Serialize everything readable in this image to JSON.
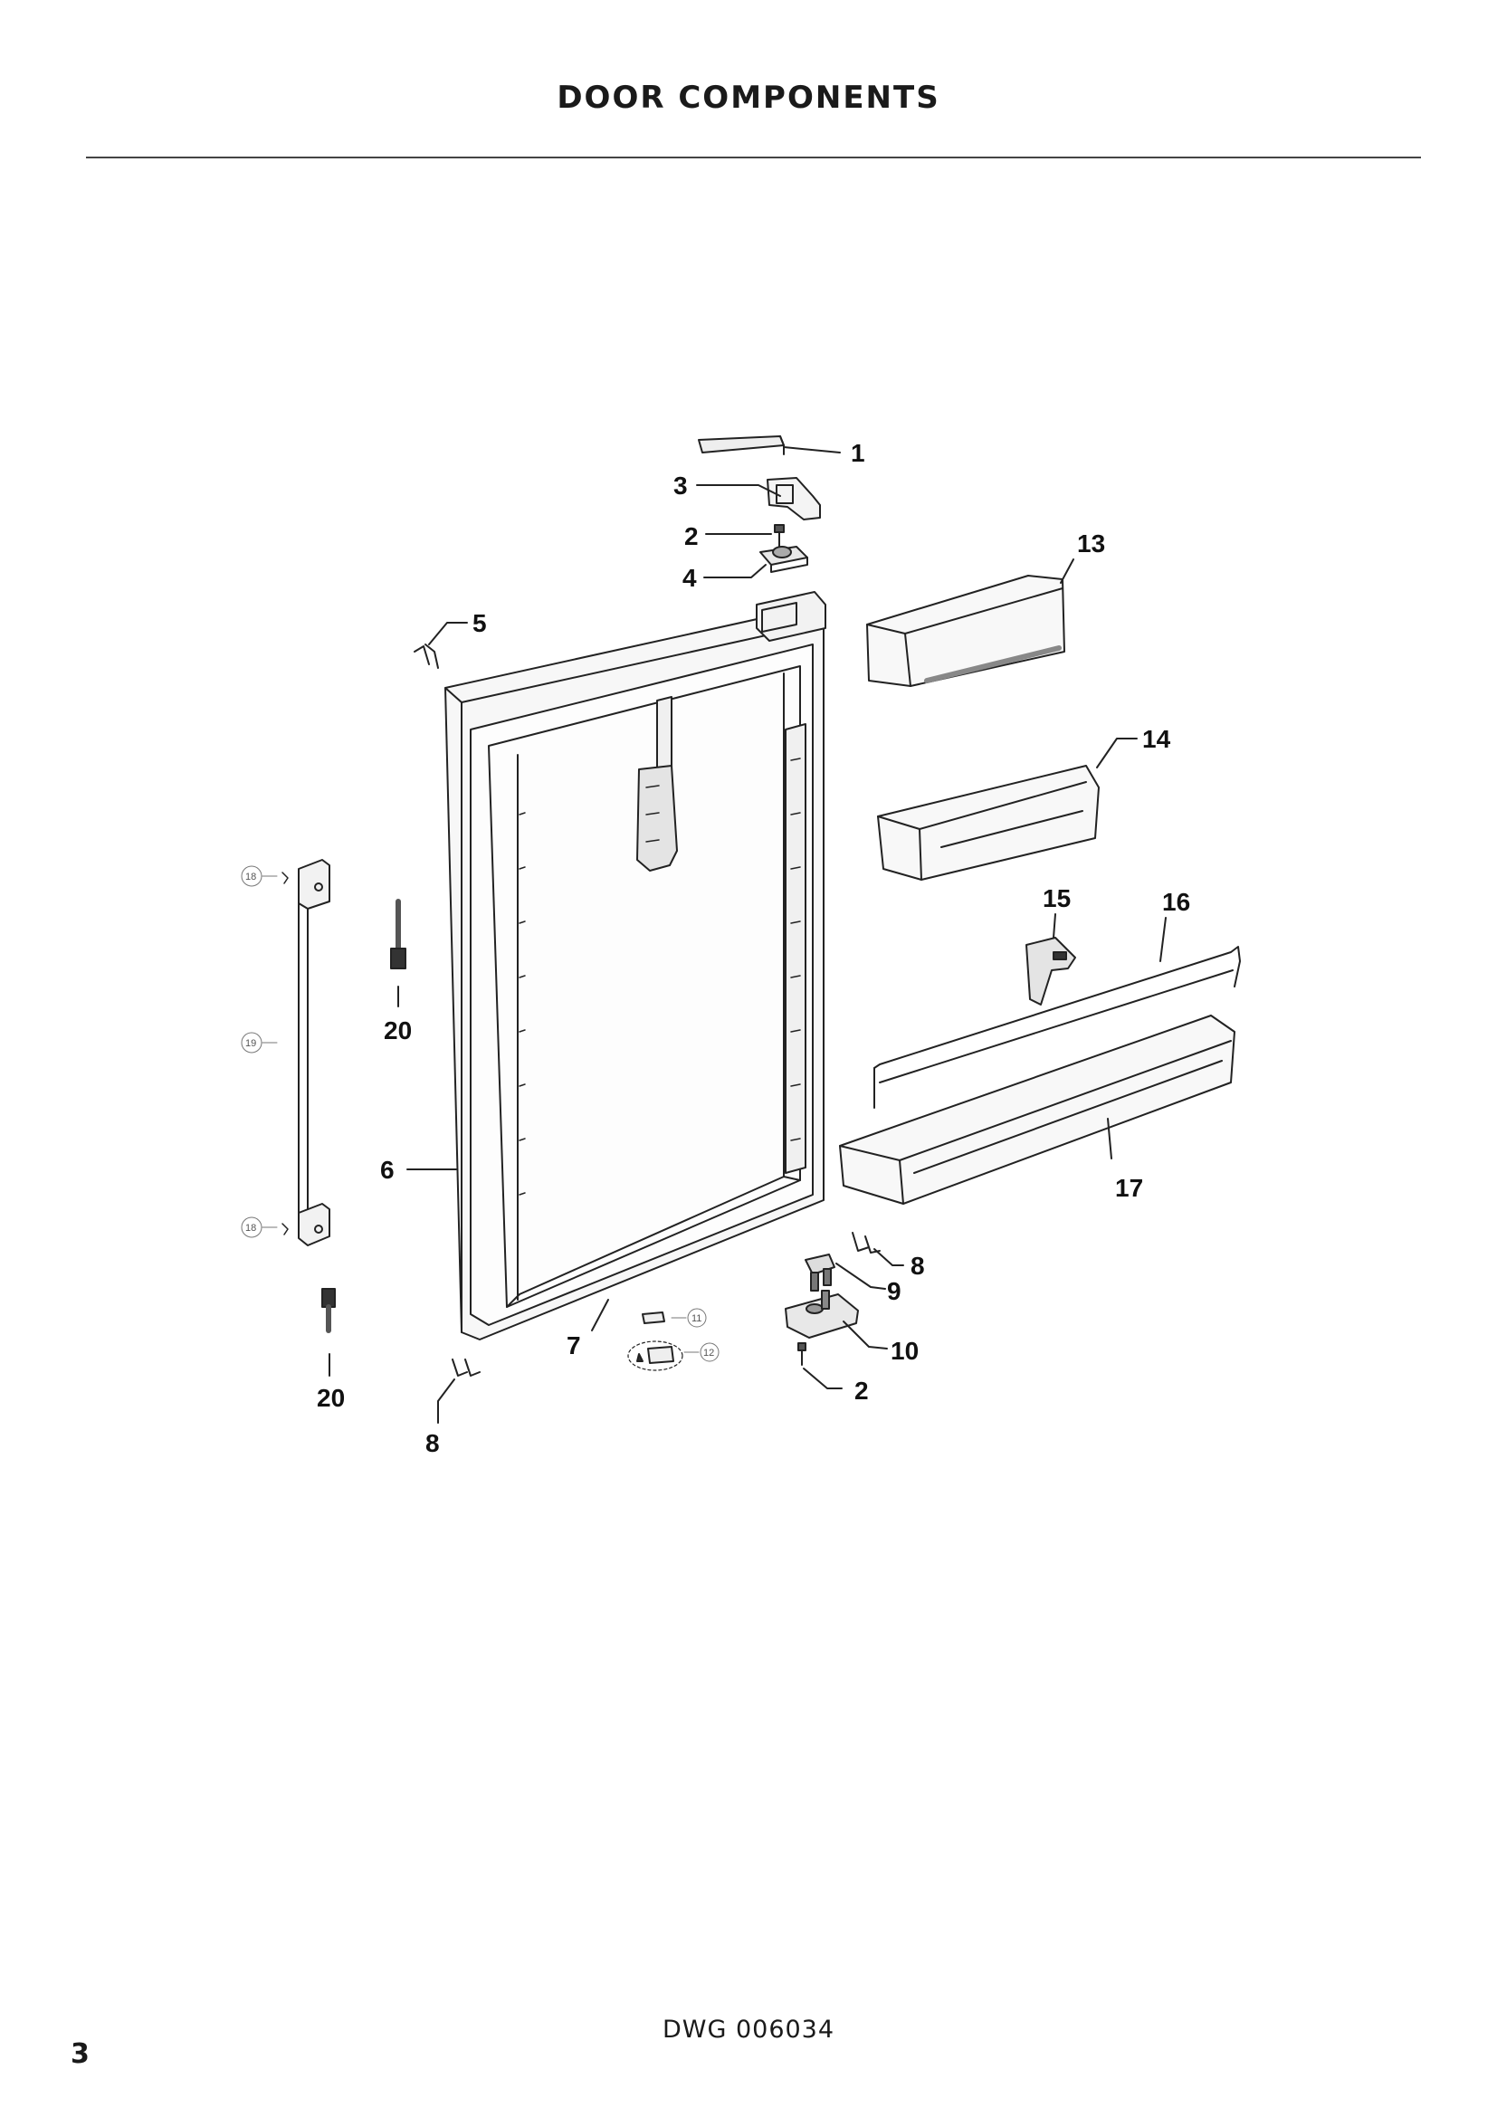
{
  "header": {
    "title": "DOOR COMPONENTS"
  },
  "diagram": {
    "callouts": [
      {
        "id": "c1",
        "label": "1"
      },
      {
        "id": "c3",
        "label": "3"
      },
      {
        "id": "c2a",
        "label": "2"
      },
      {
        "id": "c4",
        "label": "4"
      },
      {
        "id": "c5",
        "label": "5"
      },
      {
        "id": "c13",
        "label": "13"
      },
      {
        "id": "c14",
        "label": "14"
      },
      {
        "id": "c15",
        "label": "15"
      },
      {
        "id": "c16",
        "label": "16"
      },
      {
        "id": "c20a",
        "label": "20"
      },
      {
        "id": "c6",
        "label": "6"
      },
      {
        "id": "c17",
        "label": "17"
      },
      {
        "id": "c8a",
        "label": "8"
      },
      {
        "id": "c9",
        "label": "9"
      },
      {
        "id": "c7",
        "label": "7"
      },
      {
        "id": "c10",
        "label": "10"
      },
      {
        "id": "c2b",
        "label": "2"
      },
      {
        "id": "c20b",
        "label": "20"
      },
      {
        "id": "c8b",
        "label": "8"
      }
    ],
    "small_callouts": [
      {
        "id": "s18a",
        "label": "18"
      },
      {
        "id": "s19",
        "label": "19"
      },
      {
        "id": "s18b",
        "label": "18"
      },
      {
        "id": "s11",
        "label": "11"
      },
      {
        "id": "s12",
        "label": "12"
      }
    ]
  },
  "footer": {
    "drawing_number": "DWG 006034",
    "page_number": "3"
  }
}
